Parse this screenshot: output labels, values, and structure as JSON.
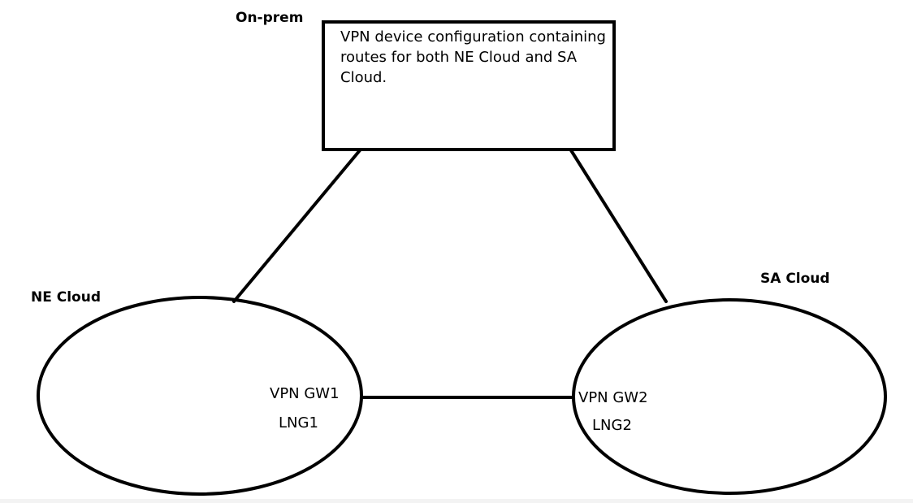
{
  "labels": {
    "on_prem": "On-prem",
    "ne_cloud": "NE Cloud",
    "sa_cloud": "SA Cloud",
    "vpn_gw1": "VPN GW1",
    "lng1": "LNG1",
    "vpn_gw2": "VPN GW2",
    "lng2": "LNG2"
  },
  "box": {
    "text": "VPN device configuration containing routes for both NE Cloud and SA Cloud."
  },
  "colors": {
    "stroke": "#000000",
    "background": "#ffffff"
  }
}
